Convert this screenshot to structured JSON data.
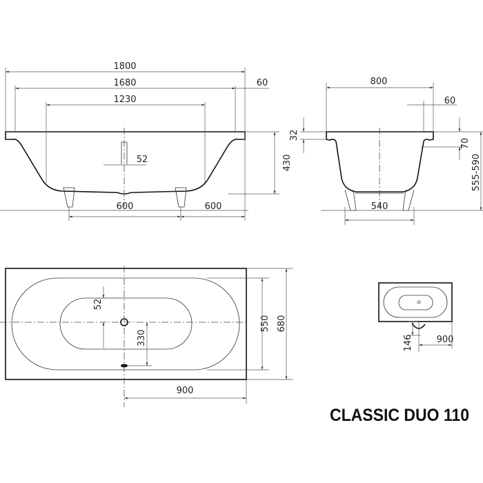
{
  "title": "CLASSIC DUO 110",
  "side_view": {
    "length_overall": "1800",
    "length_inner": "1680",
    "length_bottom": "1230",
    "rim_width": "60",
    "drain_offset": "52",
    "height": "430",
    "leg_spacing": "600",
    "leg_to_end": "600"
  },
  "end_view": {
    "width": "800",
    "rim_width": "60",
    "rim_thickness": "32",
    "overflow_depth": "70",
    "total_height": "555-590",
    "leg_spacing": "540"
  },
  "plan_view": {
    "drain_offset": "52",
    "overflow_distance": "330",
    "inner_width": "550",
    "outer_width": "680",
    "half_length": "900"
  },
  "plan_small": {
    "drain_distance": "146",
    "half_length": "900"
  }
}
